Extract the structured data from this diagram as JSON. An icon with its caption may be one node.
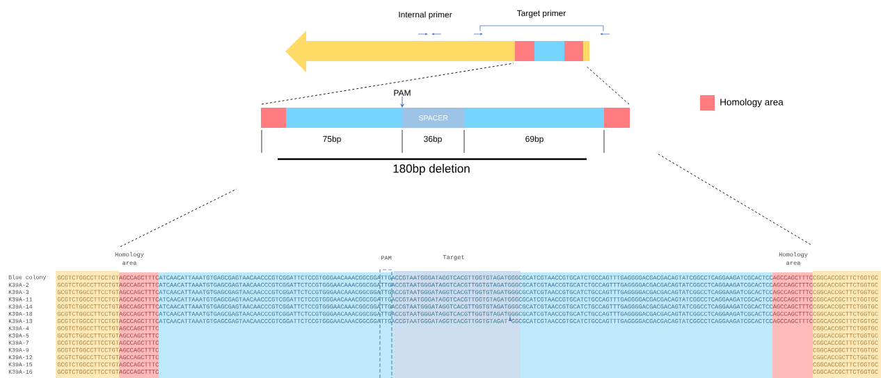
{
  "diagram": {
    "nodes": [
      {
        "text": [
          "PAM"
        ]
      },
      {
        "text": [
          "SPACER"
        ]
      }
    ],
    "edges": [
      {
        "from": 0,
        "to": 1,
        "arrow": "to"
      }
    ],
    "labels": [
      "Internal primer",
      "Target primer",
      "75bp",
      "36bp",
      "69bp",
      "180bp deletion",
      "Homology area",
      "PAM",
      "Target",
      "Homology area",
      "Blue colony",
      "GCGTCTGGCCTTCCTGT",
      "AGCCAGCTTTC",
      "ATCAACATTAAATGTGAGCGAGTAACAACCCGTCGGATTCTCCGTGGGAACAAACGGCGGATTGACCGTAATGGGATAGGTCACGTTGGTGTAGATGGGCGCATCGTAACCGTGCATCTGCCAGTTTGAGGGGACGACGACAGTATCGGCCTCAGGAAGATCGCACTCC",
      "AGCCAGCTTTC",
      "CGGCACCGCTTCTGGTGC",
      "K39A-2",
      "GCGTCTGGCCTTCCTGT",
      "AGCCAGCTTTC",
      "ATCAACATTAAATGTGAGCGAGTAACAACCCGTCGGATTCTCCGTGGGAACAAACGGCGGATTGACCGTAATGGGATAGGTCACGTTGGTGTAGATGGGCGCATCGTAACCGTGCATCTGCCAGTTTGAGGGGACGACGACAGTATCGGCCTCAGGAAGATCGCACTCC",
      "AGCCAGCTTTC",
      "CGGCACCGCTTCTGGTGC",
      "K39A-3",
      "GCGTCTGGCCTTCCTGT",
      "AGCCAGCTTTC",
      "ATCAACATTAAATGTGAGCGAGTAACAACCCGTCGGATTCTCCGTGGGAACAAACGGCGGATTGACCGTAATGGGATAGGTCACGTTGGTGTAGATGGGCGCATCGTAACCGTGCATCTGCCAGTTTGAGGGGACGACGACAGTATCGGCCTCAGGAAGATCGCACTCC",
      "AGCCAGCTTTC",
      "CGGCACCGCTTCTGGTGC",
      "K39A-11",
      "GCGTCTGGCCTTCCTGT",
      "AGCCAGCTTTC",
      "ATCAACATTAAATGTGAGCGAGTAACAACCCGTCGGATTCTCCGTGGGAACAAACGGCGGATTGACCGTAATGGGATAGGTCACGTTGGTGTAGATGGGCGCATCGTAACCGTGCATCTGCCAGTTTGAGGGGACGACGACAGTATCGGCCTCAGGAAGATCGCACTCC",
      "AGCCAGCTTTC",
      "CGGCACCGCTTCTGGTGC",
      "K39A-14",
      "GCGTCTGGCCTTCCTGT",
      "AGCCAGCTTTC",
      "ATCAACATTAAATGTGAGCGAGTAACAACCCGTCGGATTCTCCGTGGGAACAAACGGCGGATTGACCGTAATGGGATAGGTCACGTTGGTGTAGATGGGCGCATCGTAACCGTGCATCTGCCAGTTTGAGGGGACGACGACAGTATCGGCCTCAGGAAGATCGCACTCC",
      "AGCCAGCTTTC",
      "CGGCACCGCTTCTGGTGC",
      "K39A-18",
      "GCGTCTGGCCTTCCTGT",
      "AGCCAGCTTTC",
      "ATCAACATTAAATGTGAGCGAGTAACAACCCGTCGGATTCTCCGTGGGAACAAACGGCGGATTGACCGTAATGGGATAGGTCACGTTGGTGTAGATGGGCGCATCGTAACCGTGCATCTGCCAGTTTGAGGGGACGACGACAGTATCGGCCTCAGGAAGATCGCACTCC",
      "AGCCAGCTTTC",
      "CGGCACCGCTTCTGGTGC",
      "K39A-13",
      "GCGTCTGGCCTTCCTGT",
      "AGCCAGCTTTC",
      "ATCAACATTAAATGTGAGCGAGTAACAACCCGTCGGATTCTCCGTGGGAACAAACGGCGGATTGACCGTAATGGGATAGGTCACGTTGGTGTAGAT GGCGCATCGTAACCGTGCATCTGCCAGTTTGAGGGGACGACGACAGTATCGGCCTCAGGAAGATCGCACTCC",
      "AGCCAGCTTTC",
      "CGGCACCGCTTCTGGTGC",
      "K39A-4",
      "GCGTCTGGCCTTCCTGT",
      "AGCCAGCTTTC",
      "CGGCACCGCTTCTGGTGC",
      "K39A-5",
      "GCGTCTGGCCTTCCTGT",
      "AGCCAGCTTTC",
      "CGGCACCGCTTCTGGTGC",
      "K39A-7",
      "GCGTCTGGCCTTCCTGT",
      "AGCCAGCTTTC",
      "CGGCACCGCTTCTGGTGC",
      "K39A-9",
      "GCGTCTGGCCTTCCTGT",
      "AGCCAGCTTTC",
      "CGGCACCGCTTCTGGTGC",
      "K39A-12",
      "GCGTCTGGCCTTCCTGT",
      "AGCCAGCTTTC",
      "CGGCACCGCTTCTGGTGC",
      "K39A-15",
      "GCGTCTGGCCTTCCTGT",
      "AGCCAGCTTTC",
      "CGGCACCGCTTCTGGTGC",
      "K39A-16",
      "GCGTCTGGCCTTCCTGT",
      "AGCCAGCTTTC",
      "CGGCACCGCTTCTGGTGC"
    ],
    "legend": [
      {
        "text": "Homology area",
        "color": "#ff7c80"
      }
    ]
  }
}
